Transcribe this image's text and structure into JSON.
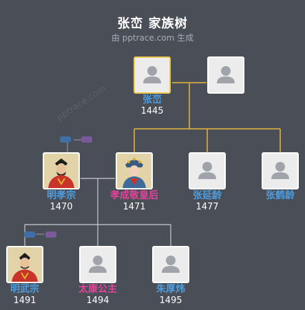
{
  "title": "张峦 家族树",
  "subtitle": "由 pptrace.com 生成",
  "watermark": "pptrace.com",
  "colors": {
    "background": "#4a4f57",
    "male": "#4d9de0",
    "female": "#e0459a",
    "spouse_line": "#e8b83a",
    "child_line": "#c9ccd1",
    "focus_border": "#f2c94c",
    "badge_blue": "#3f6fa6",
    "badge_purple": "#7a5a9a"
  },
  "people": [
    {
      "id": "zhang-luan",
      "name": "张峦",
      "year": "1445",
      "gender": "male",
      "photo": "avatar-icon",
      "focus": true
    },
    {
      "id": "spouse",
      "name": "",
      "year": "",
      "gender": "female",
      "photo": "avatar-icon",
      "focus": false
    },
    {
      "id": "ming-xiaozong",
      "name": "明孝宗",
      "year": "1470",
      "gender": "male",
      "photo": "emperor-portrait",
      "focus": false
    },
    {
      "id": "xiaocheng-jing",
      "name": "孝成敬皇后",
      "year": "1471",
      "gender": "female",
      "photo": "empress-portrait",
      "focus": false
    },
    {
      "id": "zhang-yanling",
      "name": "张延龄",
      "year": "1477",
      "gender": "male",
      "photo": "avatar-icon",
      "focus": false
    },
    {
      "id": "zhang-heling",
      "name": "张鹤龄",
      "year": "",
      "gender": "male",
      "photo": "avatar-icon",
      "focus": false
    },
    {
      "id": "ming-wuzong",
      "name": "明武宗",
      "year": "1491",
      "gender": "male",
      "photo": "emperor-portrait",
      "focus": false
    },
    {
      "id": "taikang",
      "name": "太康公主",
      "year": "1494",
      "gender": "female",
      "photo": "avatar-icon",
      "focus": false
    },
    {
      "id": "zhu-houwei",
      "name": "朱厚炜",
      "year": "1495",
      "gender": "male",
      "photo": "avatar-icon",
      "focus": false
    }
  ]
}
